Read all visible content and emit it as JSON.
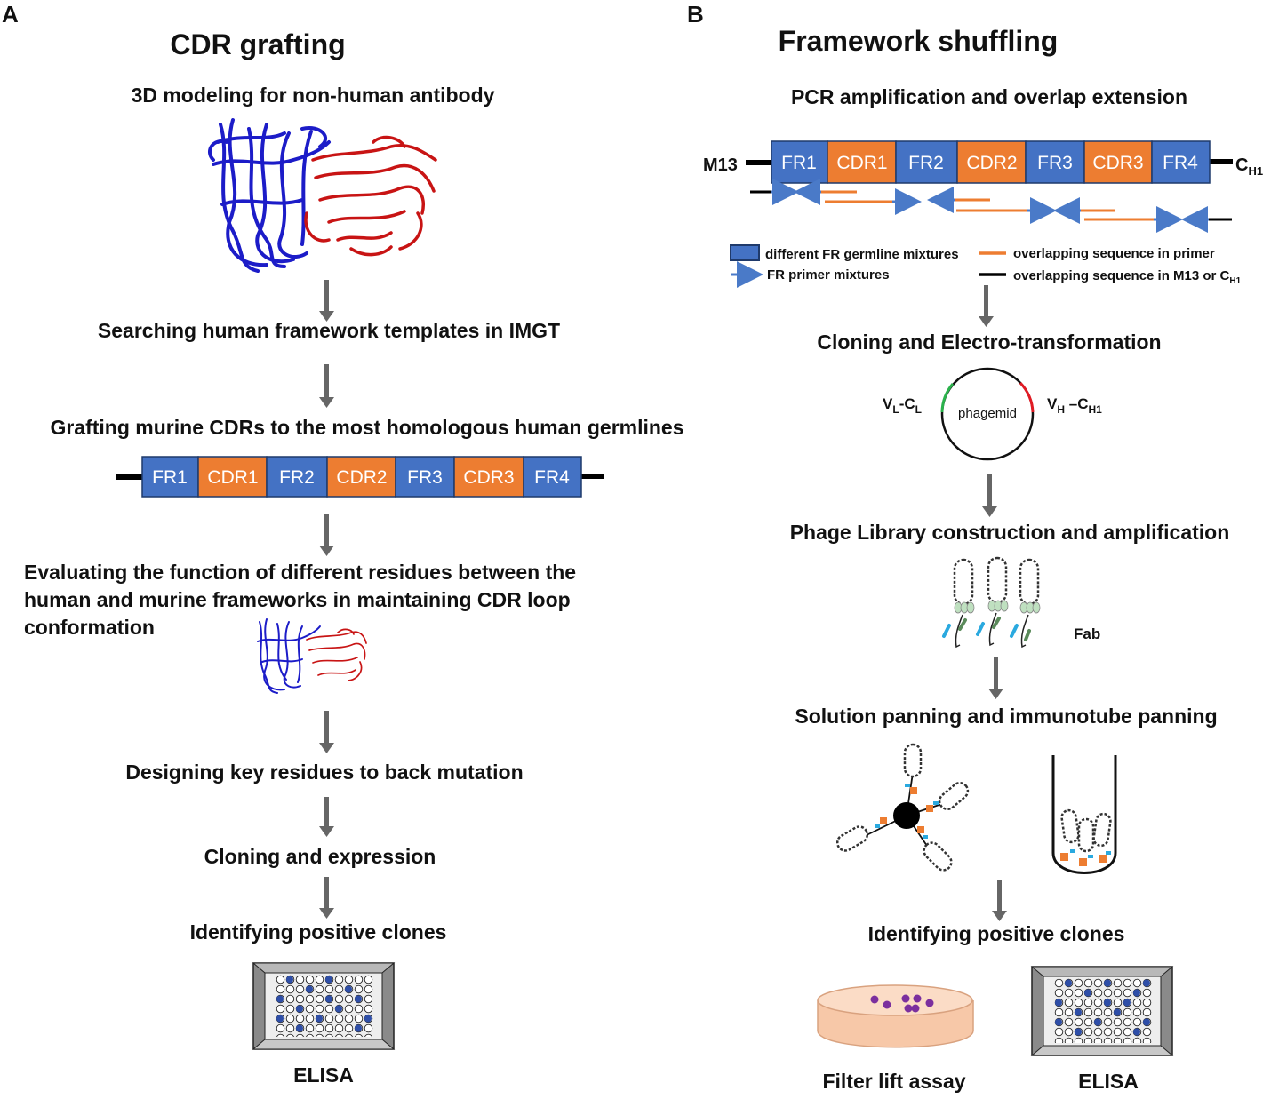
{
  "panel_a": {
    "letter": "A",
    "title": "CDR grafting",
    "steps": [
      "3D modeling for non-human antibody",
      "Searching human framework templates  in IMGT",
      "Grafting murine CDRs to the most homologous human germlines",
      "Evaluating the function of different residues between the",
      "human and murine frameworks in maintaining CDR loop",
      "conformation",
      "Designing key residues to back mutation",
      "Cloning and expression",
      "Identifying  positive clones"
    ],
    "construct": [
      "FR1",
      "CDR1",
      "FR2",
      "CDR2",
      "FR3",
      "CDR3",
      "FR4"
    ],
    "elisa_label": "ELISA"
  },
  "panel_b": {
    "letter": "B",
    "title": "Framework shuffling",
    "steps": [
      "PCR amplification and overlap extension",
      "Cloning and Electro-transformation",
      "Phage Library construction and amplification",
      "Solution panning and immunotube panning",
      "Identifying  positive clones"
    ],
    "construct": [
      "FR1",
      "CDR1",
      "FR2",
      "CDR2",
      "FR3",
      "CDR3",
      "FR4"
    ],
    "m13": "M13",
    "ch1": "C",
    "ch1_sub": "H1",
    "legend": {
      "fr_germline": "different FR germline mixtures",
      "fr_primer": "FR primer mixtures",
      "overlap_primer": "overlapping sequence in primer",
      "overlap_m13": "overlapping sequence in M13 or C",
      "overlap_m13_sub": "H1"
    },
    "phagemid": {
      "center": "phagemid",
      "left_main": "V",
      "left_sub1": "L",
      "left_mid": "-C",
      "left_sub2": "L",
      "right_main": "V",
      "right_sub1": "H",
      "right_mid": " –C",
      "right_sub2": "H1"
    },
    "fab_label": "Fab",
    "filter_label": "Filter lift assay",
    "elisa_label": "ELISA"
  },
  "colors": {
    "fr_blue": "#4472c4",
    "cdr_orange": "#ed7d31",
    "heavy_chain_blue": "#1c1cc8",
    "light_chain_red": "#c81414",
    "arrow_gray": "#666666",
    "well_blue": "#2e4ea8",
    "colony_purple": "#7b2f9e",
    "dish_peach": "#f7c8a8"
  }
}
